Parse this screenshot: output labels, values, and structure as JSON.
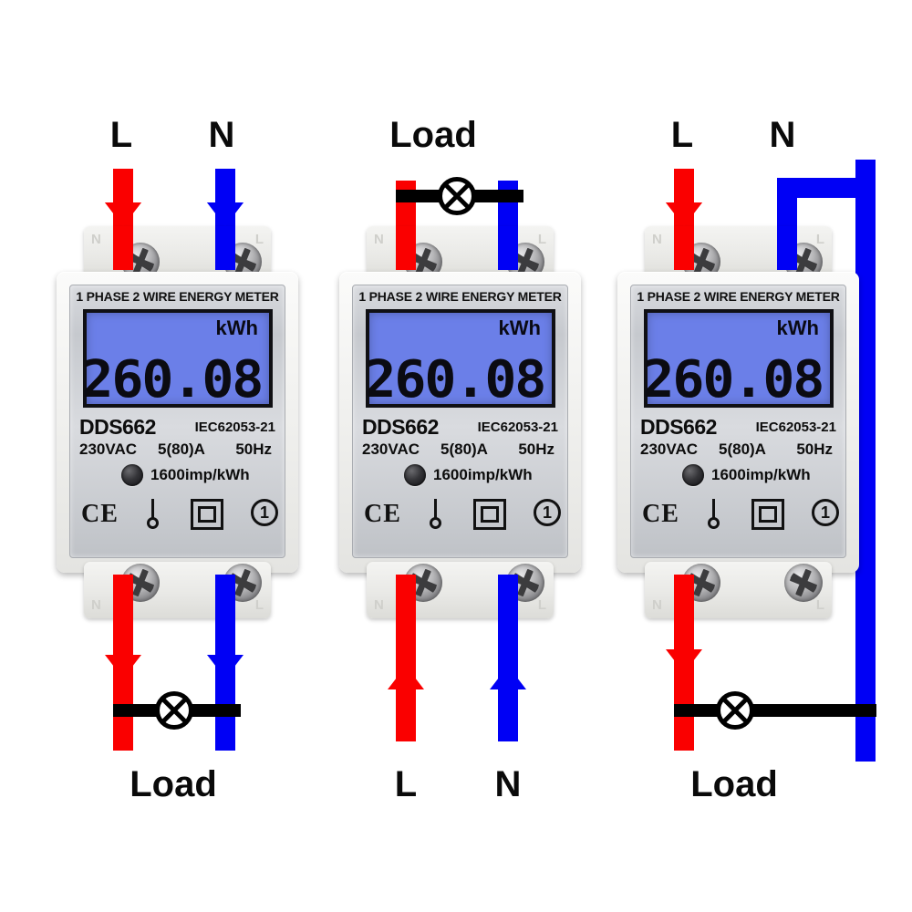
{
  "diagram": {
    "title": "DDS662 single phase energy meter wiring diagrams",
    "colors": {
      "live_wire": "#fa0000",
      "neutral_wire": "#0000f5",
      "load_wire": "#000000",
      "lcd_background": "#6b7fe8",
      "background": "#ffffff"
    }
  },
  "meter": {
    "title_strip": "1 PHASE 2 WIRE ENERGY METER",
    "model": "DDS662",
    "standard": "IEC62053-21",
    "voltage": "230VAC",
    "current": "5(80)A",
    "frequency": "50Hz",
    "pulse_rate": "1600imp/kWh",
    "lcd": {
      "value": "260.08",
      "unit": "kWh"
    },
    "symbols": {
      "ce": "CE",
      "class_ii": "class-2-insulation",
      "pulse_led": "pulse-indicator",
      "phase_count": "1"
    },
    "terminal_marks": {
      "left": "N",
      "right": "L"
    }
  },
  "panels": [
    {
      "id": "panel-1",
      "name": "supply-top-load-bottom",
      "top": {
        "left_label": "L",
        "right_label": "N",
        "left_direction": "down",
        "right_direction": "down",
        "has_lamp": false
      },
      "bottom": {
        "center_label": "Load",
        "left_direction": "down",
        "right_direction": "down",
        "has_lamp": true
      }
    },
    {
      "id": "panel-2",
      "name": "load-top-supply-bottom",
      "top": {
        "center_label": "Load",
        "left_direction": "up",
        "right_direction": "up",
        "has_lamp": true
      },
      "bottom": {
        "left_label": "L",
        "right_label": "N",
        "left_direction": "up",
        "right_direction": "up",
        "has_lamp": false
      }
    },
    {
      "id": "panel-3",
      "name": "neutral-bypass-wiring",
      "top": {
        "left_label": "L",
        "right_label": "N",
        "left_direction": "down",
        "right_direction": "routed",
        "has_lamp": false
      },
      "bottom": {
        "center_label": "Load",
        "left_direction": "down",
        "right_direction": "bypass",
        "has_lamp": true
      }
    }
  ]
}
